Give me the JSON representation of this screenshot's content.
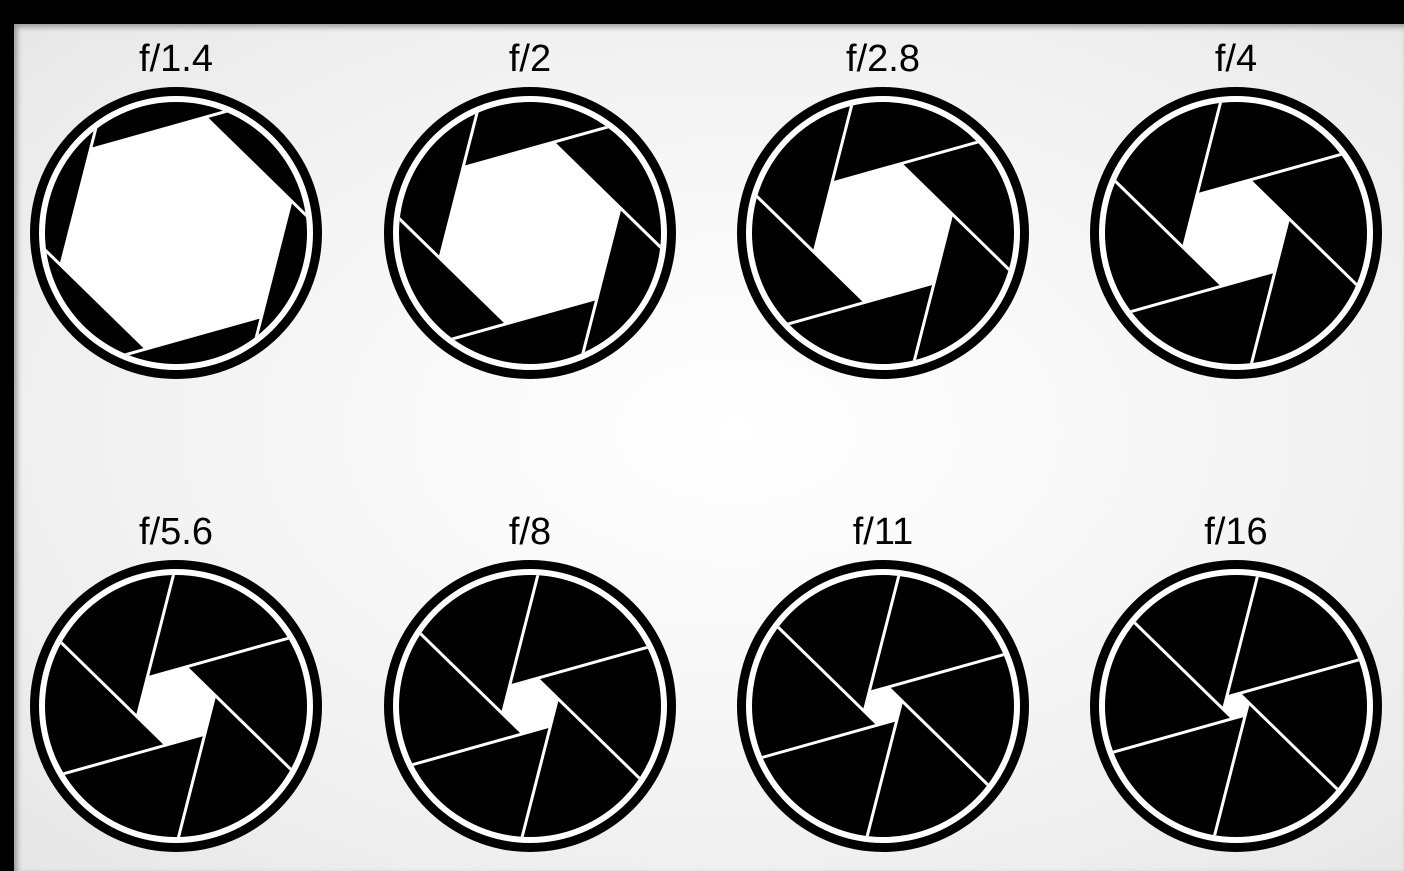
{
  "apertures": [
    {
      "label": "f/1.4",
      "opening": 0.92
    },
    {
      "label": "f/2",
      "opening": 0.72
    },
    {
      "label": "f/2.8",
      "opening": 0.55
    },
    {
      "label": "f/4",
      "opening": 0.42
    },
    {
      "label": "f/5.6",
      "opening": 0.31
    },
    {
      "label": "f/8",
      "opening": 0.22
    },
    {
      "label": "f/11",
      "opening": 0.15
    },
    {
      "label": "f/16",
      "opening": 0.1
    }
  ],
  "colors": {
    "background": "#000000",
    "panel": "#f4f4f4",
    "blade": "#000000",
    "gap": "#ffffff"
  }
}
